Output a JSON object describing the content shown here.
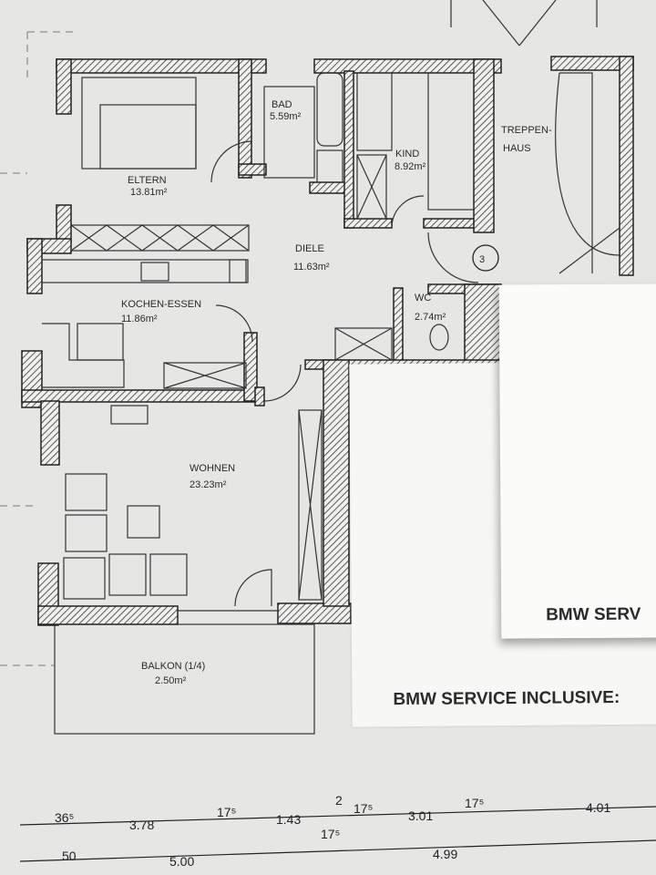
{
  "rooms": {
    "eltern": {
      "name": "ELTERN",
      "area": "13.81m²"
    },
    "bad": {
      "name": "BAD",
      "area": "5.59m²"
    },
    "kind": {
      "name": "KIND",
      "area": "8.92m²"
    },
    "treppenhaus": {
      "name_line1": "TREPPEN-",
      "name_line2": "HAUS"
    },
    "diele": {
      "name": "DIELE",
      "area": "11.63m²"
    },
    "kochen": {
      "name": "KOCHEN-ESSEN",
      "area": "11.86m²"
    },
    "wc": {
      "name": "WC",
      "area": "2.74m²"
    },
    "wohnen": {
      "name": "WOHNEN",
      "area": "23.23m²"
    },
    "balkon": {
      "name": "BALKON (1/4)",
      "area": "2.50m²"
    }
  },
  "marker": "3",
  "dimensions": {
    "row1": [
      "36⁵",
      "3.78",
      "17⁵",
      "1.43",
      "2",
      "17⁵",
      "17⁵",
      "3.01",
      "17⁵",
      "4.01"
    ],
    "row2": [
      "50",
      "5.00",
      "4.99"
    ]
  },
  "sheets": {
    "back_text": "BMW SERVICE INCLUSIVE:",
    "front_text": "BMW SERV"
  }
}
